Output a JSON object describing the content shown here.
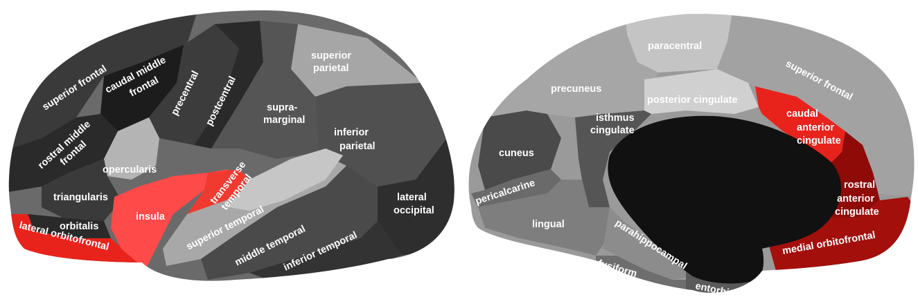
{
  "lateral_view": {
    "labels": {
      "superior_frontal": "superior frontal",
      "caudal_middle_frontal_1": "caudal middle",
      "caudal_middle_frontal_2": "frontal",
      "precentral": "precentral",
      "postcentral": "postcentral",
      "superior_parietal_1": "superior",
      "superior_parietal_2": "parietal",
      "supramarginal_1": "supra-",
      "supramarginal_2": "marginal",
      "rostral_middle_frontal_1": "rostral middle",
      "rostral_middle_frontal_2": "frontal",
      "inferior_parietal_1": "inferior",
      "inferior_parietal_2": "parietal",
      "opercularis": "opercularis",
      "triangularis": "triangularis",
      "transverse_temporal_1": "transverse",
      "transverse_temporal_2": "temporal",
      "insula": "insula",
      "lateral_occipital_1": "lateral",
      "lateral_occipital_2": "occipital",
      "orbitalis": "orbitalis",
      "superior_temporal": "superior temporal",
      "lateral_orbitofrontal": "lateral orbitofrontal",
      "middle_temporal": "middle temporal",
      "inferior_temporal": "inferior temporal"
    }
  },
  "medial_view": {
    "labels": {
      "paracentral": "paracentral",
      "superior_frontal": "superior frontal",
      "precuneus": "precuneus",
      "posterior_cingulate": "posterior cingulate",
      "isthmus_cingulate_1": "isthmus",
      "isthmus_cingulate_2": "cingulate",
      "caudal_anterior_cingulate_1": "caudal",
      "caudal_anterior_cingulate_2": "anterior",
      "caudal_anterior_cingulate_3": "cingulate",
      "cuneus": "cuneus",
      "pericalcarine": "pericalcarine",
      "rostral_anterior_cingulate_1": "rostral",
      "rostral_anterior_cingulate_2": "anterior",
      "rostral_anterior_cingulate_3": "cingulate",
      "lingual": "lingual",
      "parahippocampal": "parahippocampal",
      "medial_orbitofrontal": "medial orbitofrontal",
      "fusiform": "fusiform",
      "entorhinal": "entorhinal"
    }
  },
  "colors": {
    "highlight_bright": "#ff4a4a",
    "highlight_red": "#e8231c",
    "highlight_dark": "#8e0b08",
    "region_black": "#111111",
    "region_dark": "#3a3a3a",
    "region_mid": "#6a6a6a",
    "region_light": "#a6a6a6",
    "region_pale": "#c6c6c6"
  }
}
